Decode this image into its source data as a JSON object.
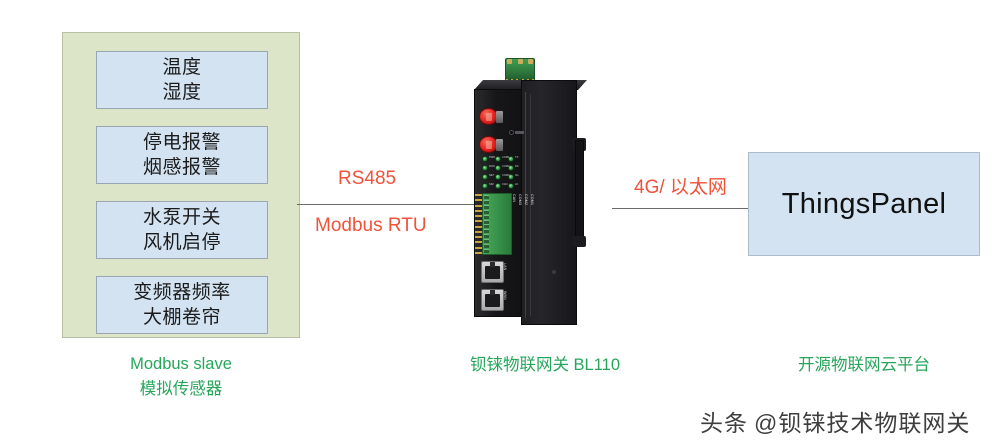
{
  "diagram": {
    "sensor_group": {
      "boxes": [
        {
          "line1": "温度",
          "line2": "湿度"
        },
        {
          "line1": "停电报警",
          "line2": "烟感报警"
        },
        {
          "line1": "水泵开关",
          "line2": "风机启停"
        },
        {
          "line1": "变频器频率",
          "line2": "大棚卷帘"
        }
      ],
      "caption_line1": "Modbus slave",
      "caption_line2": "模拟传感器"
    },
    "gateway": {
      "caption": "钡铼物联网关 BL110",
      "top_terminal": "power-terminal-block",
      "antennas": [
        "antenna-connector-1",
        "antenna-connector-2"
      ],
      "led_rows": [
        {
          "dots": 3,
          "tags": [
            "PWR",
            "COM1",
            "TX"
          ]
        },
        {
          "dots": 3,
          "tags": [
            "RUN",
            "COM2",
            "RX"
          ]
        },
        {
          "dots": 3,
          "tags": [
            "NET",
            "COM3",
            "4G"
          ]
        },
        {
          "dots": 3,
          "tags": [
            "SIM",
            "CAN",
            "LK"
          ]
        }
      ],
      "port_labels": [
        "CAN",
        "COM3",
        "COM2",
        "COM1"
      ],
      "ethernet_ports": [
        "LAN",
        "WAN"
      ]
    },
    "platform": {
      "name": "ThingsPanel",
      "caption": "开源物联网云平台"
    },
    "links": {
      "left_top_label": "RS485",
      "left_bottom_label": "Modbus RTU",
      "right_label": "4G/ 以太网"
    },
    "watermark": {
      "prefix": "头条",
      "handle": "@钡铼技术物联网关"
    },
    "colors": {
      "group_fill": "#dde5c8",
      "box_fill": "#d3e3f1",
      "caption_green": "#26a65b",
      "link_red": "#f0523a"
    }
  }
}
